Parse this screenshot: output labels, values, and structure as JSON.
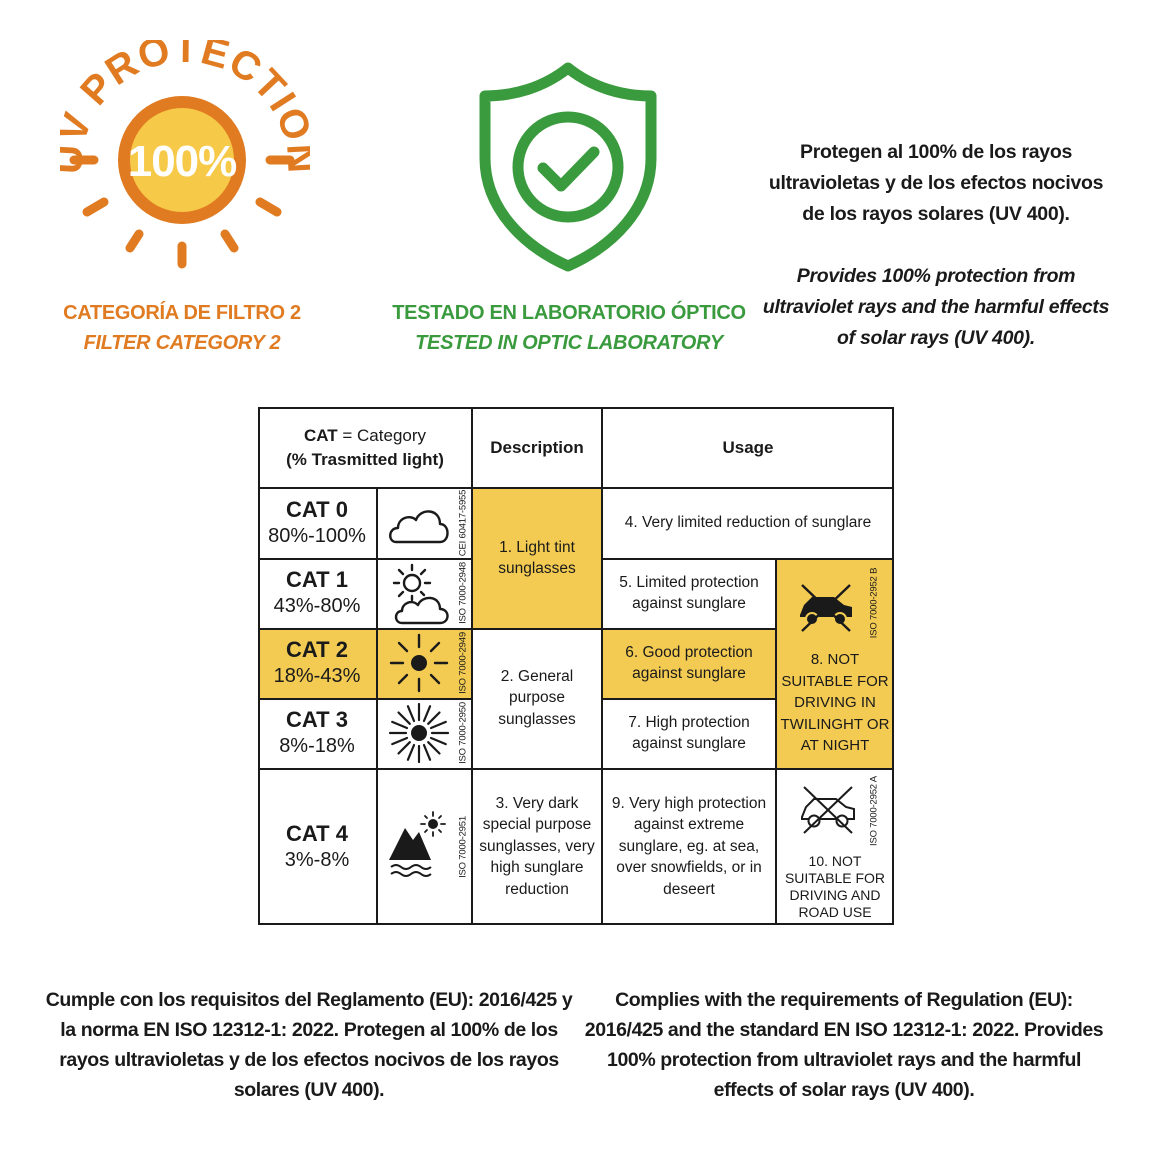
{
  "colors": {
    "orange": "#e07b22",
    "sun_yellow": "#f7c948",
    "green": "#3a9b3e",
    "cell_yellow": "#f3cb52",
    "line": "#1a1a1a"
  },
  "uv_badge": {
    "arc_text": "UV PROTECTION",
    "percent": "100%",
    "category_es": "CATEGORÍA DE FILTRO 2",
    "category_en": "FILTER CATEGORY 2",
    "icon": "sun-icon"
  },
  "lab_badge": {
    "icon": "shield-check-icon",
    "caption_es": "TESTADO EN LABORATORIO ÓPTICO",
    "caption_en": "TESTED IN OPTIC LABORATORY"
  },
  "protection_text": {
    "es": "Protegen al 100% de los rayos ultravioletas y de los efectos nocivos de los rayos solares (UV 400).",
    "en": "Provides 100% protection from ultraviolet rays and the harmful effects of solar rays (UV 400)."
  },
  "table": {
    "header": {
      "cat_bold": "CAT",
      "cat_eq": " = Category",
      "transmitted": "(% Trasmitted light)",
      "description": "Description",
      "usage": "Usage"
    },
    "rows": [
      {
        "cat": "CAT 0",
        "range": "80%-100%",
        "iso": "CEI 60417-5955",
        "icon": "cloud-icon",
        "highlight": false
      },
      {
        "cat": "CAT 1",
        "range": "43%-80%",
        "iso": "ISO 7000-2948",
        "icon": "sun-cloud-icon",
        "highlight": false
      },
      {
        "cat": "CAT 2",
        "range": "18%-43%",
        "iso": "ISO 7000-2949",
        "icon": "sun-icon",
        "highlight": true
      },
      {
        "cat": "CAT 3",
        "range": "8%-18%",
        "iso": "ISO 7000-2950",
        "icon": "strong-sun-icon",
        "highlight": false
      },
      {
        "cat": "CAT 4",
        "range": "3%-8%",
        "iso": "ISO 7000-2951",
        "icon": "mountain-sea-sun-icon",
        "highlight": false
      }
    ],
    "descriptions": {
      "light_tint": "1. Light tint sunglasses",
      "general_purpose": "2. General purpose sunglasses",
      "very_dark": "3. Very dark special purpose sunglasses, very high sunglare reduction"
    },
    "usages": {
      "u4": "4. Very limited reduction of sunglare",
      "u5": "5. Limited protection against sunglare",
      "u6": "6. Good protection against sunglare",
      "u7": "7. High protection against sunglare",
      "u8": "8. NOT SUITABLE FOR DRIVING IN TWILINGHT OR AT NIGHT",
      "u8_iso": "ISO 7000-2952 B",
      "u8_icon": "no-driving-night-icon",
      "u9": "9. Very high protection against extreme sunglare, eg. at sea, over snowfields, or in deseert",
      "u10": "10. NOT SUITABLE FOR DRIVING AND ROAD USE",
      "u10_iso": "ISO 7000-2952 A",
      "u10_icon": "no-driving-icon"
    }
  },
  "footer": {
    "es": "Cumple con los requisitos del Reglamento (EU): 2016/425 y la norma EN ISO 12312-1: 2022. Protegen al 100% de los rayos ultravioletas y de los efectos nocivos de los rayos solares (UV 400).",
    "en": "Complies with the requirements of Regulation (EU): 2016/425 and the standard EN ISO 12312-1: 2022. Provides 100% protection from ultraviolet rays and the harmful effects of solar rays (UV 400)."
  }
}
